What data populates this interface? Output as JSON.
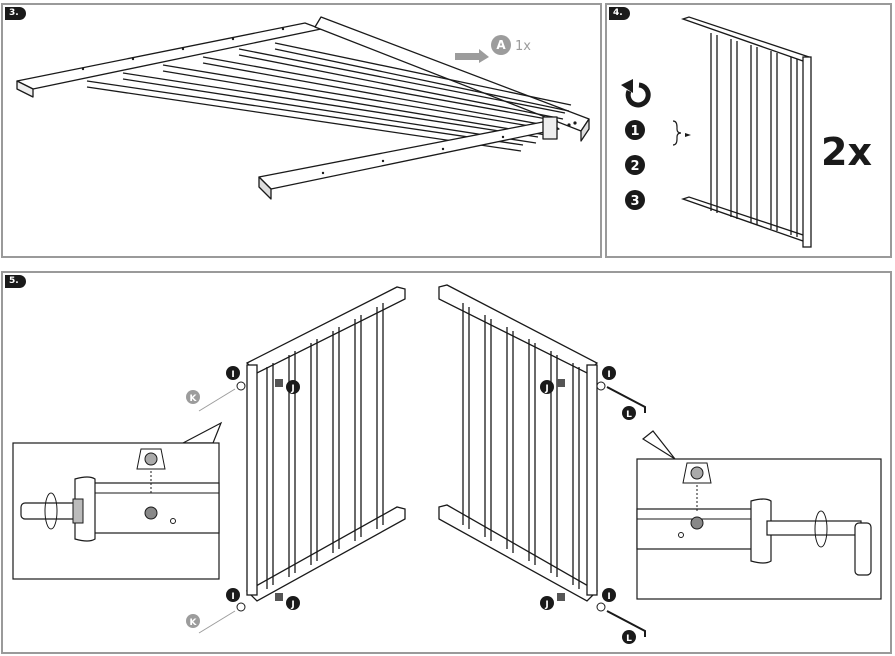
{
  "steps": {
    "step3": {
      "label": "3.",
      "part_letter": "A",
      "part_qty": "1x"
    },
    "step4": {
      "label": "4.",
      "sequence": [
        "1",
        "2",
        "3"
      ],
      "multiplier": "2x"
    },
    "step5": {
      "label": "5.",
      "part_letters": {
        "bolt": "K",
        "washer": "I",
        "cam_nut": "J",
        "wrench": "L"
      }
    }
  },
  "icons": {
    "rotate": "rotate-counterclockwise-icon",
    "arrow": "insert-direction-arrow-icon",
    "cam_nut": "cam-nut-icon"
  },
  "colors": {
    "outline": "#1a1a1a",
    "part_badge_gray": "#9c9c9c",
    "panel_border": "#9a9a9a"
  }
}
